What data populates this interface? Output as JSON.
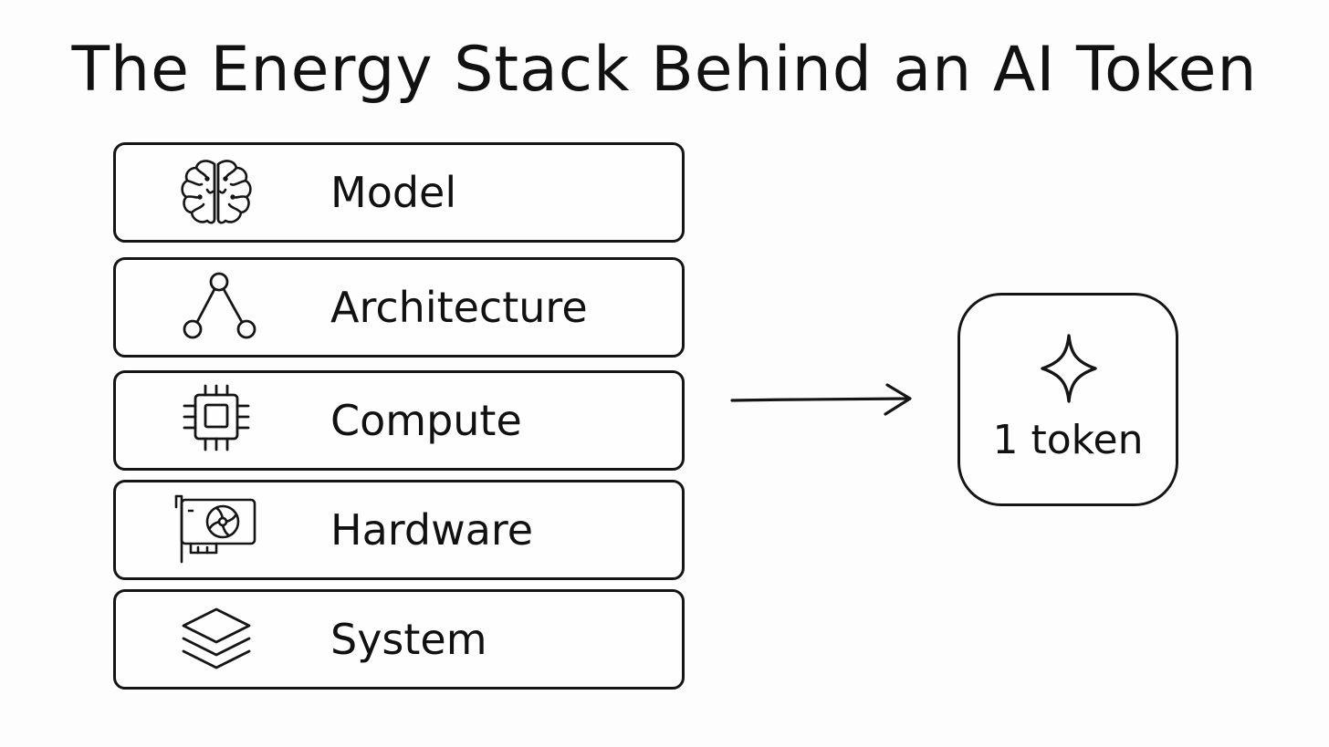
{
  "title": "The Energy Stack Behind an AI Token",
  "stack": {
    "layers": [
      {
        "label": "Model",
        "icon": "brain-icon"
      },
      {
        "label": "Architecture",
        "icon": "graph-nodes-icon"
      },
      {
        "label": "Compute",
        "icon": "chip-icon"
      },
      {
        "label": "Hardware",
        "icon": "gpu-card-icon"
      },
      {
        "label": "System",
        "icon": "layers-icon"
      }
    ]
  },
  "output": {
    "label": "1 token",
    "icon": "sparkle-icon"
  },
  "colors": {
    "ink": "#111111",
    "background": "#fdfdfd"
  }
}
